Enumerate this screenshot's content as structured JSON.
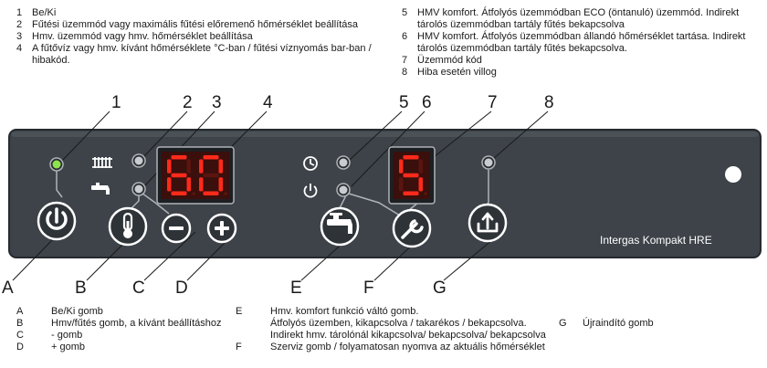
{
  "legend_top_left": [
    {
      "num": "1",
      "text": "Be/Ki"
    },
    {
      "num": "2",
      "text": "Fűtési üzemmód vagy maximális fűtési előremenő hőmérséklet beállítása"
    },
    {
      "num": "3",
      "text": "Hmv. üzemmód vagy hmv. hőmérséklet beállítása"
    },
    {
      "num": "4",
      "text": "A fűtővíz vagy hmv. kívánt hőmérséklete °C-ban / fűtési víznyomás bar-ban / hibakód."
    }
  ],
  "legend_top_right": [
    {
      "num": "5",
      "text": "HMV komfort. Átfolyós üzemmódban ECO (öntanuló) üzemmód. Indirekt tárolós üzemmódban tartály fűtés bekapcsolva"
    },
    {
      "num": "6",
      "text": "HMV komfort. Átfolyós üzemmódban állandó hőmérséklet tartása. Indirekt tárolós üzemmódban tartály fűtés bekapcsolva."
    },
    {
      "num": "7",
      "text": "Üzemmód kód"
    },
    {
      "num": "8",
      "text": "Hiba esetén villog"
    }
  ],
  "legend_bottom_1": [
    {
      "label": "A",
      "text": "Be/Ki gomb"
    },
    {
      "label": "B",
      "text": "Hmv/fűtés gomb, a kívánt beállításhoz"
    },
    {
      "label": "C",
      "text": "- gomb"
    },
    {
      "label": "D",
      "text": "+ gomb"
    }
  ],
  "legend_bottom_2": {
    "e_label": "E",
    "e_lines": [
      "Hmv. komfort funkció váltó gomb.",
      "Átfolyós üzemben, kikapcsolva / takarékos / bekapcsolva.",
      "Indirekt hmv. tárolónál kikapcsolva/ bekapcsolva/ bekapcsolva"
    ],
    "f_label": "F",
    "f_text": "Szerviz gomb / folyamatosan nyomva az aktuális hőmérséklet"
  },
  "legend_bottom_3": {
    "label": "G",
    "text": "Újraindító gomb"
  },
  "callouts_top": [
    "1",
    "2",
    "3",
    "4",
    "5",
    "6",
    "7",
    "8"
  ],
  "callouts_bottom": [
    "A",
    "B",
    "C",
    "D",
    "E",
    "F",
    "G"
  ],
  "panel": {
    "brand": "Intergas Kompakt HRE",
    "display_left": "60",
    "display_right": "5",
    "colors": {
      "panel": "#3d4349",
      "panel_border": "#262a2e",
      "line": "#aeb3b8",
      "led_green": "#8fe34a",
      "led_off": "#c9ccd0",
      "segment": "#ff2a1a"
    }
  },
  "icons": [
    "power-icon",
    "radiator-icon",
    "tap-icon",
    "thermometer-icon",
    "minus-icon",
    "plus-icon",
    "clock-icon",
    "power-small-icon",
    "tap-large-icon",
    "wrench-icon",
    "reset-icon"
  ]
}
